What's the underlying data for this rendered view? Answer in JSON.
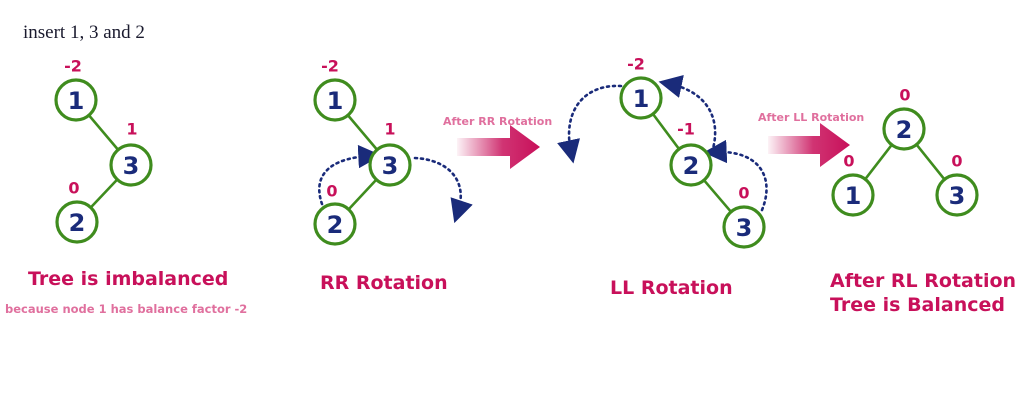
{
  "header": {
    "text": "insert 1, 3 and 2"
  },
  "colors": {
    "node_stroke": "#3f8c1e",
    "node_text": "#1a2b7a",
    "balance_factor": "#c8105a",
    "caption": "#c8105a",
    "subcaption": "#e0709e",
    "arrow": "#c8105a",
    "rotation_curve": "#1a2b7a"
  },
  "stages": [
    {
      "caption": [
        "Tree is imbalanced"
      ],
      "subcaption": "because node 1 has balance factor -2",
      "nodes": [
        {
          "key": "1",
          "bf": "-2"
        },
        {
          "key": "3",
          "bf": "1"
        },
        {
          "key": "2",
          "bf": "0"
        }
      ]
    },
    {
      "caption": [
        "RR Rotation"
      ],
      "nodes": [
        {
          "key": "1",
          "bf": "-2"
        },
        {
          "key": "3",
          "bf": "1"
        },
        {
          "key": "2",
          "bf": "0"
        }
      ]
    },
    {
      "caption": [
        "LL Rotation"
      ],
      "nodes": [
        {
          "key": "1",
          "bf": "-2"
        },
        {
          "key": "2",
          "bf": "-1"
        },
        {
          "key": "3",
          "bf": "0"
        }
      ]
    },
    {
      "caption": [
        "After RL Rotation",
        "Tree is Balanced"
      ],
      "nodes": [
        {
          "key": "2",
          "bf": "0"
        },
        {
          "key": "1",
          "bf": "0"
        },
        {
          "key": "3",
          "bf": "0"
        }
      ]
    }
  ],
  "arrows": [
    {
      "label": "After RR Rotation"
    },
    {
      "label": "After LL Rotation"
    }
  ]
}
